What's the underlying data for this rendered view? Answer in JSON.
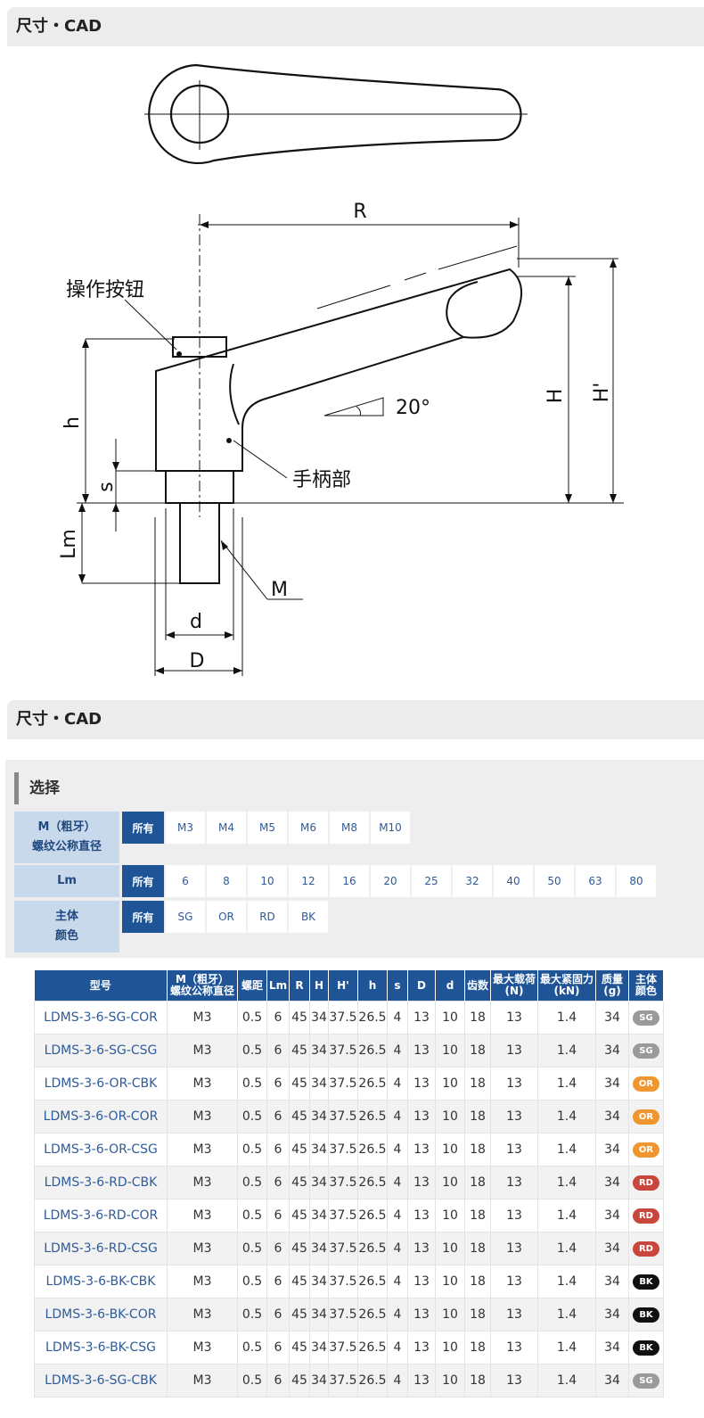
{
  "section_title_1": "尺寸・CAD",
  "section_title_2": "尺寸・CAD",
  "drawing": {
    "label_R": "R",
    "label_op_button": "操作按钮",
    "label_h": "h",
    "label_s": "s",
    "label_Lm": "Lm",
    "label_H": "H",
    "label_Hp": "H'",
    "label_angle": "20°",
    "label_handle": "手柄部",
    "label_M": "M",
    "label_d": "d",
    "label_D": "D"
  },
  "selection": {
    "title": "选择",
    "rows": [
      {
        "label": [
          "M（粗牙）",
          "螺纹公称直径"
        ],
        "options": [
          "所有",
          "M3",
          "M4",
          "M5",
          "M6",
          "M8",
          "M10"
        ],
        "active": 0
      },
      {
        "label": [
          "Lm"
        ],
        "options": [
          "所有",
          "6",
          "8",
          "10",
          "12",
          "16",
          "20",
          "25",
          "32",
          "40",
          "50",
          "63",
          "80"
        ],
        "active": 0
      },
      {
        "label": [
          "主体",
          "颜色"
        ],
        "options": [
          "所有",
          "SG",
          "OR",
          "RD",
          "BK"
        ],
        "active": 0
      }
    ]
  },
  "table": {
    "headers": [
      [
        "型号"
      ],
      [
        "M（粗牙）",
        "螺纹公称直径"
      ],
      [
        "螺距"
      ],
      [
        "Lm"
      ],
      [
        "R"
      ],
      [
        "H"
      ],
      [
        "H'"
      ],
      [
        "h"
      ],
      [
        "s"
      ],
      [
        "D"
      ],
      [
        "d"
      ],
      [
        "齿数"
      ],
      [
        "最大载荷",
        "(N)"
      ],
      [
        "最大紧固力",
        "(kN)"
      ],
      [
        "质量",
        "(g)"
      ],
      [
        "主体",
        "颜色"
      ]
    ],
    "rows": [
      [
        "LDMS-3-6-SG-COR",
        "M3",
        "0.5",
        "6",
        "45",
        "34",
        "37.5",
        "26.5",
        "4",
        "13",
        "10",
        "18",
        "13",
        "1.4",
        "34",
        "SG"
      ],
      [
        "LDMS-3-6-SG-CSG",
        "M3",
        "0.5",
        "6",
        "45",
        "34",
        "37.5",
        "26.5",
        "4",
        "13",
        "10",
        "18",
        "13",
        "1.4",
        "34",
        "SG"
      ],
      [
        "LDMS-3-6-OR-CBK",
        "M3",
        "0.5",
        "6",
        "45",
        "34",
        "37.5",
        "26.5",
        "4",
        "13",
        "10",
        "18",
        "13",
        "1.4",
        "34",
        "OR"
      ],
      [
        "LDMS-3-6-OR-COR",
        "M3",
        "0.5",
        "6",
        "45",
        "34",
        "37.5",
        "26.5",
        "4",
        "13",
        "10",
        "18",
        "13",
        "1.4",
        "34",
        "OR"
      ],
      [
        "LDMS-3-6-OR-CSG",
        "M3",
        "0.5",
        "6",
        "45",
        "34",
        "37.5",
        "26.5",
        "4",
        "13",
        "10",
        "18",
        "13",
        "1.4",
        "34",
        "OR"
      ],
      [
        "LDMS-3-6-RD-CBK",
        "M3",
        "0.5",
        "6",
        "45",
        "34",
        "37.5",
        "26.5",
        "4",
        "13",
        "10",
        "18",
        "13",
        "1.4",
        "34",
        "RD"
      ],
      [
        "LDMS-3-6-RD-COR",
        "M3",
        "0.5",
        "6",
        "45",
        "34",
        "37.5",
        "26.5",
        "4",
        "13",
        "10",
        "18",
        "13",
        "1.4",
        "34",
        "RD"
      ],
      [
        "LDMS-3-6-RD-CSG",
        "M3",
        "0.5",
        "6",
        "45",
        "34",
        "37.5",
        "26.5",
        "4",
        "13",
        "10",
        "18",
        "13",
        "1.4",
        "34",
        "RD"
      ],
      [
        "LDMS-3-6-BK-CBK",
        "M3",
        "0.5",
        "6",
        "45",
        "34",
        "37.5",
        "26.5",
        "4",
        "13",
        "10",
        "18",
        "13",
        "1.4",
        "34",
        "BK"
      ],
      [
        "LDMS-3-6-BK-COR",
        "M3",
        "0.5",
        "6",
        "45",
        "34",
        "37.5",
        "26.5",
        "4",
        "13",
        "10",
        "18",
        "13",
        "1.4",
        "34",
        "BK"
      ],
      [
        "LDMS-3-6-BK-CSG",
        "M3",
        "0.5",
        "6",
        "45",
        "34",
        "37.5",
        "26.5",
        "4",
        "13",
        "10",
        "18",
        "13",
        "1.4",
        "34",
        "BK"
      ],
      [
        "LDMS-3-6-SG-CBK",
        "M3",
        "0.5",
        "6",
        "45",
        "34",
        "37.5",
        "26.5",
        "4",
        "13",
        "10",
        "18",
        "13",
        "1.4",
        "34",
        "SG"
      ]
    ],
    "badge_colors": {
      "SG": "#9a9a9a",
      "OR": "#f0962e",
      "RD": "#c9463d",
      "BK": "#111111"
    }
  }
}
